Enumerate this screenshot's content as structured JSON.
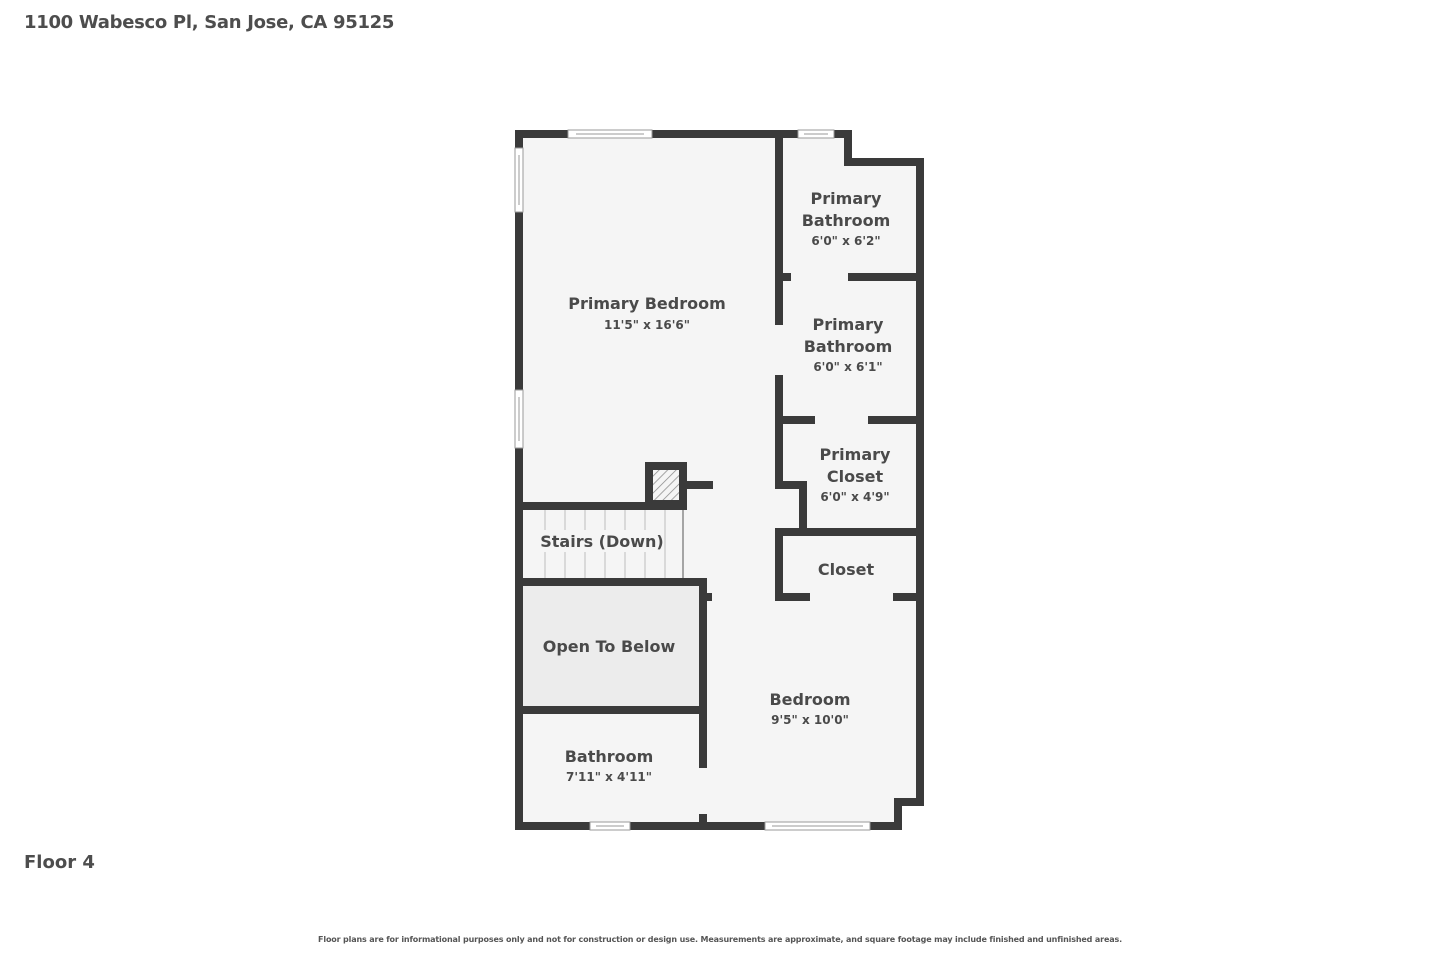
{
  "header": {
    "address": "1100 Wabesco Pl, San Jose, CA 95125"
  },
  "floor": {
    "label": "Floor 4"
  },
  "footer": {
    "disclaimer": "Floor plans are for informational purposes only and not for construction or design use. Measurements are approximate, and square footage may include finished and unfinished areas."
  },
  "colors": {
    "wall": "#3a3a3a",
    "floor": "#f5f5f5",
    "open_to_below": "#ececec",
    "window": "#ffffff",
    "window_line": "#9a9a9a",
    "text": "#4a4a4a"
  },
  "rooms": [
    {
      "id": "primary-bedroom",
      "name": "Primary Bedroom",
      "dims": "11'5\" x 16'6\""
    },
    {
      "id": "primary-bathroom-1",
      "name_line1": "Primary",
      "name_line2": "Bathroom",
      "dims": "6'0\" x 6'2\""
    },
    {
      "id": "primary-bathroom-2",
      "name_line1": "Primary",
      "name_line2": "Bathroom",
      "dims": "6'0\" x 6'1\""
    },
    {
      "id": "primary-closet",
      "name_line1": "Primary",
      "name_line2": "Closet",
      "dims": "6'0\" x 4'9\""
    },
    {
      "id": "closet",
      "name": "Closet"
    },
    {
      "id": "stairs",
      "name": "Stairs (Down)"
    },
    {
      "id": "open-to-below",
      "name": "Open To Below"
    },
    {
      "id": "bedroom",
      "name": "Bedroom",
      "dims": "9'5\" x 10'0\""
    },
    {
      "id": "bathroom",
      "name": "Bathroom",
      "dims": "7'11\" x 4'11\""
    }
  ]
}
